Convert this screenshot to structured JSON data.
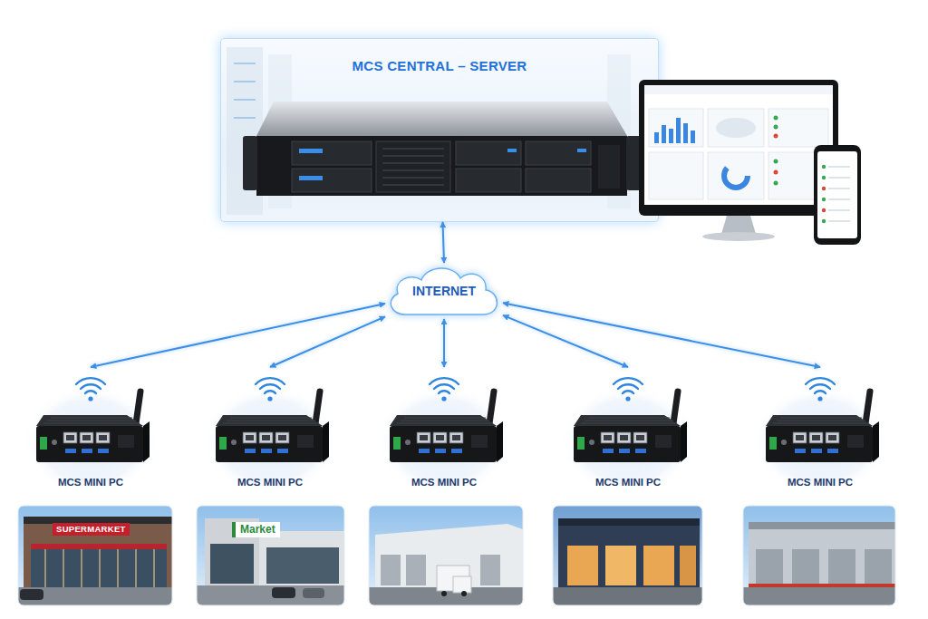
{
  "diagram": {
    "nodes": [
      {
        "text": [
          "MCS CENTRAL – SERVER"
        ]
      },
      {
        "text": [
          "INTERNET"
        ]
      },
      {
        "text": [
          "MCS MINI PC"
        ]
      },
      {
        "text": [
          "MCS MINI PC"
        ]
      },
      {
        "text": [
          "MCS MINI PC"
        ]
      },
      {
        "text": [
          "MCS MINI PC"
        ]
      },
      {
        "text": [
          "MCS MINI PC"
        ]
      }
    ],
    "edges": [
      {
        "from": 0,
        "to": 1,
        "arrow": "both"
      },
      {
        "from": 1,
        "to": 2,
        "arrow": "both"
      },
      {
        "from": 1,
        "to": 3,
        "arrow": "both"
      },
      {
        "from": 1,
        "to": 4,
        "arrow": "both"
      },
      {
        "from": 1,
        "to": 5,
        "arrow": "both"
      },
      {
        "from": 1,
        "to": 6,
        "arrow": "both"
      }
    ],
    "labels": [
      "SUPERMARKET",
      "Market"
    ]
  }
}
